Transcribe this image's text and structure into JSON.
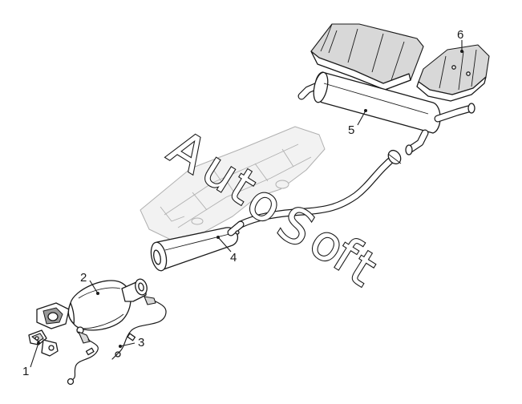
{
  "diagram": {
    "title": "",
    "callouts": [
      {
        "id": "1",
        "label": "1"
      },
      {
        "id": "2",
        "label": "2"
      },
      {
        "id": "3",
        "label": "3"
      },
      {
        "id": "4",
        "label": "4"
      },
      {
        "id": "5",
        "label": "5"
      },
      {
        "id": "6",
        "label": "6"
      }
    ],
    "watermark": {
      "text": "AutoSoft",
      "letters": [
        "A",
        "u",
        "t",
        "o",
        "S",
        "o",
        "f",
        "t"
      ],
      "style": "outlined"
    }
  },
  "colors": {
    "line": "#1a1a1a",
    "background": "#ffffff",
    "ghost_line": "#b0b0b0",
    "shade": "#d8d8d8"
  }
}
